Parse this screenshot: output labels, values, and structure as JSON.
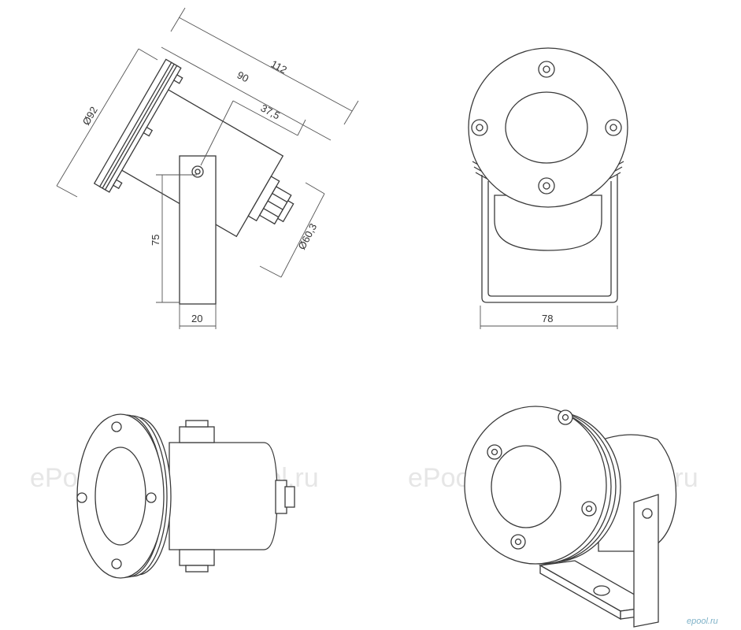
{
  "dimensions": {
    "overall_length": "112",
    "body_length": "90",
    "gland_offset": "37,5",
    "flange_diameter": "Ø92",
    "body_diameter": "Ø60,3",
    "mount_height": "75",
    "bracket_width": "20",
    "front_width": "78"
  },
  "watermark": "ePool.ru",
  "brand": "epool.ru",
  "colors": {
    "line": "#3a3a3a",
    "watermark": "#e6e6e6",
    "brand": "#7fb2c8"
  }
}
